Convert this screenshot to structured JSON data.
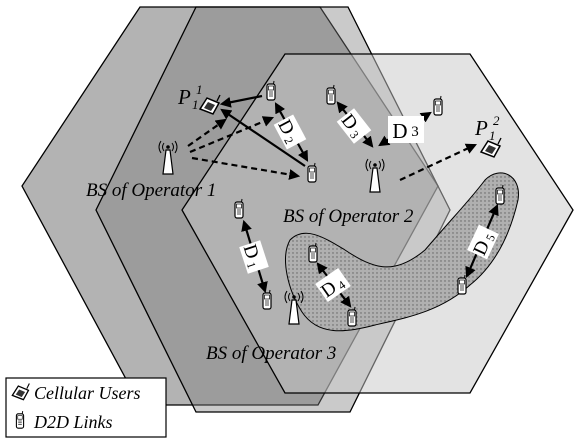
{
  "colors": {
    "hex1_fill": "#9a9a9a",
    "hex2_fill": "#7a7a7a",
    "hex3_fill": "#c8c8c8",
    "outline": "#000000",
    "cluster_fill": "#a8a8a8"
  },
  "labels": {
    "bs1": "BS of Operator 1",
    "bs2": "BS of Operator 2",
    "bs3": "BS of Operator 3",
    "p1": "P",
    "p1_sub": "1",
    "p1_sup": "1",
    "p2": "P",
    "p2_sub": "1",
    "p2_sup": "2"
  },
  "d2d_tags": [
    {
      "letter": "D",
      "index": "1"
    },
    {
      "letter": "D",
      "index": "2"
    },
    {
      "letter": "D",
      "index": "3"
    },
    {
      "letter": "D",
      "index": "3"
    },
    {
      "letter": "D",
      "index": "4"
    },
    {
      "letter": "D",
      "index": "5"
    }
  ],
  "legend": {
    "cellular": "Cellular Users",
    "d2d": "D2D Links",
    "cellular_icon": "cellular-phone-icon",
    "d2d_icon": "mobile-phone-icon"
  }
}
